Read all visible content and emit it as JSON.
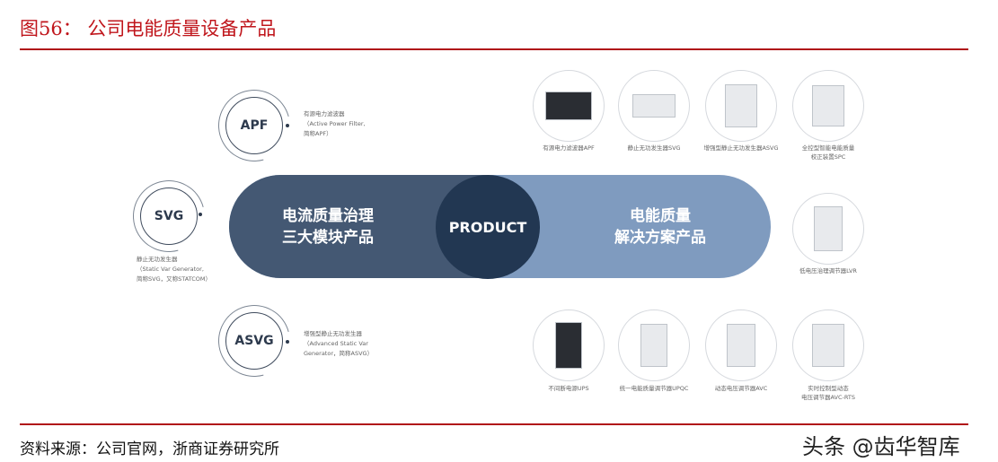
{
  "title": "图56：  公司电能质量设备产品",
  "footer": "资料来源：公司官网，浙商证券研究所",
  "watermark": "头条 @齿华智库",
  "modules": [
    {
      "abbr": "APF",
      "desc": [
        "有源电力滤波器",
        "（Active Power Filter,",
        "简称APF）"
      ]
    },
    {
      "abbr": "SVG",
      "desc": [
        "静止无功发生器",
        "（Static Var Generator,",
        "简称SVG，又称STATCOM）"
      ]
    },
    {
      "abbr": "ASVG",
      "desc": [
        "增强型静止无功发生器",
        "（Advanced Static Var",
        "Generator，简称ASVG）"
      ]
    }
  ],
  "pill": {
    "left": [
      "电流质量治理",
      "三大模块产品"
    ],
    "center": "PRODUCT",
    "right": [
      "电能质量",
      "解决方案产品"
    ]
  },
  "products": [
    {
      "label": [
        "有源电力滤波器APF"
      ]
    },
    {
      "label": [
        "静止无功发生器SVG"
      ]
    },
    {
      "label": [
        "增强型静止无功发生器ASVG"
      ]
    },
    {
      "label": [
        "全控型智能电能质量",
        "校正装置SPC"
      ]
    },
    {
      "label": [
        "低电压治理调节器LVR"
      ]
    },
    {
      "label": [
        "不间断电源UPS"
      ]
    },
    {
      "label": [
        "统一电能质量调节器UPQC"
      ]
    },
    {
      "label": [
        "动态电压调节器AVC"
      ]
    },
    {
      "label": [
        "实时控制型动态",
        "电压调节器AVC-RTS"
      ]
    }
  ],
  "colors": {
    "accent": "#c0161c",
    "dark": "#445873",
    "light": "#7f9bbf",
    "center": "#223752"
  }
}
